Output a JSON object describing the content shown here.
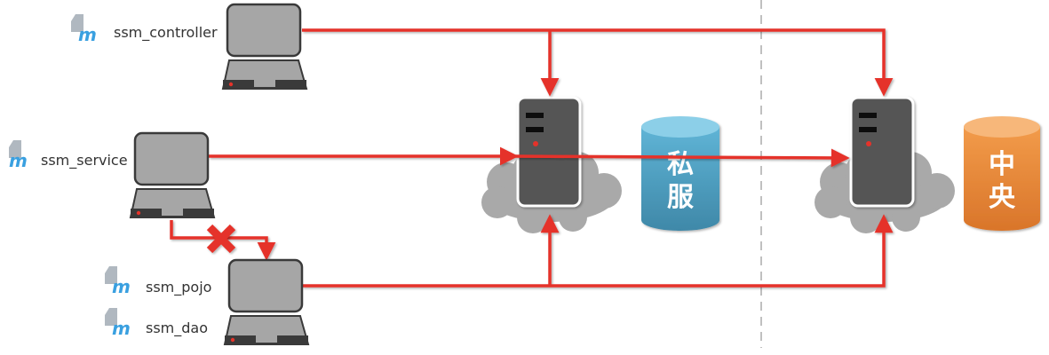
{
  "diagram": {
    "title": "Maven private server (私服) and central repository (中央) dependency flow",
    "modules": [
      {
        "id": "controller",
        "label": "ssm_controller"
      },
      {
        "id": "service",
        "label": "ssm_service"
      },
      {
        "id": "pojo",
        "label": "ssm_pojo"
      },
      {
        "id": "dao",
        "label": "ssm_dao"
      }
    ],
    "repositories": {
      "private": {
        "label_line1": "私",
        "label_line2": "服",
        "color": "#4a9ec0"
      },
      "central": {
        "label_line1": "中",
        "label_line2": "央",
        "color": "#e8883a"
      }
    },
    "connections": [
      {
        "from": "controller-computer",
        "to": "private-server",
        "blocked": false
      },
      {
        "from": "controller-computer",
        "to": "central-server",
        "blocked": false
      },
      {
        "from": "service-computer",
        "to": "private-server",
        "blocked": false
      },
      {
        "from": "service-computer",
        "to": "central-server",
        "blocked": false
      },
      {
        "from": "pojo-dao-computer",
        "to": "private-server",
        "blocked": false
      },
      {
        "from": "pojo-dao-computer",
        "to": "central-server",
        "blocked": false
      },
      {
        "from": "service-computer",
        "to": "pojo-dao-computer",
        "blocked": true
      }
    ],
    "colors": {
      "arrow": "#e5332a",
      "computer_body": "#a6a6a6",
      "computer_outline": "#3a3a3a",
      "server": "#555555",
      "cloud": "#a9a9a9",
      "divider": "#c0c0c0"
    }
  }
}
